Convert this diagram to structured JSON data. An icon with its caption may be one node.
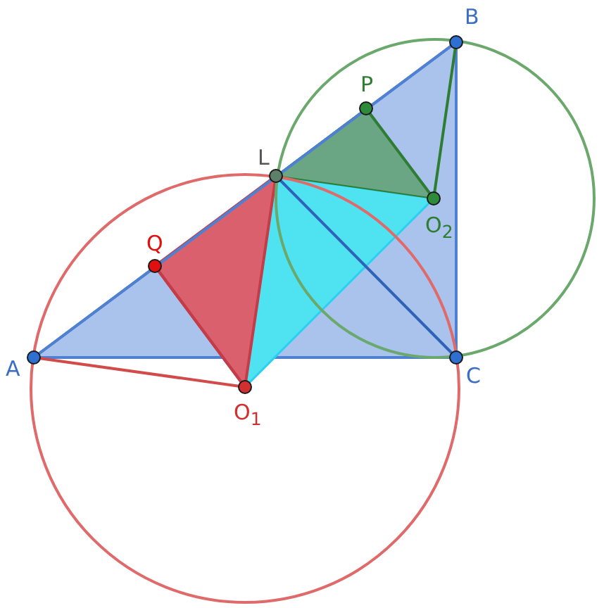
{
  "diagram": {
    "labels": [
      "B",
      "P",
      "L",
      "O$_{2}$",
      "Q",
      "A",
      "C",
      "O$_{1}$"
    ]
  }
}
